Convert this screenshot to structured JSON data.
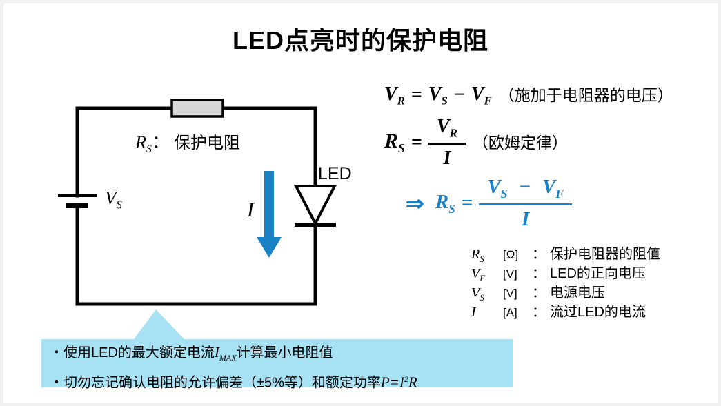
{
  "title": "LED点亮时的保护电阻",
  "colors": {
    "accent_blue": "#1a82c4",
    "note_bg": "#a7e1f4",
    "resistor_fill": "#d6d6d6",
    "wire_black": "#000000"
  },
  "circuit": {
    "resistor": {
      "base": "R",
      "sub": "S",
      "colon": "：",
      "desc": "保护电阻"
    },
    "source": {
      "base": "V",
      "sub": "S"
    },
    "current": {
      "base": "I"
    },
    "led": {
      "label": "LED"
    }
  },
  "formulas": {
    "f1": {
      "v1": "V",
      "s1": "R",
      "eq": "=",
      "v2": "V",
      "s2": "S",
      "minus": "−",
      "v3": "V",
      "s3": "F",
      "note": "（施加于电阻器的电压）"
    },
    "f2": {
      "lhs": "R",
      "lhs_sub": "S",
      "eq": "=",
      "num": "V",
      "num_sub": "R",
      "den": "I",
      "note": "（欧姆定律）"
    },
    "f3": {
      "arrow": "⇒",
      "lhs": "R",
      "lhs_sub": "S",
      "eq": "=",
      "na": "V",
      "na_sub": "S",
      "minus": "−",
      "nb": "V",
      "nb_sub": "F",
      "den": "I"
    }
  },
  "legend": [
    {
      "base": "R",
      "sub": "S",
      "unit": "[Ω]",
      "colon": "：",
      "desc": "保护电阻器的阻值"
    },
    {
      "base": "V",
      "sub": "F",
      "unit": "[V]",
      "colon": "：",
      "desc": "LED的正向电压"
    },
    {
      "base": "V",
      "sub": "S",
      "unit": "[V]",
      "colon": "：",
      "desc": "电源电压"
    },
    {
      "base": "I",
      "sub": "",
      "unit": "[A]",
      "colon": "：",
      "desc": "流过LED的电流"
    }
  ],
  "note": {
    "b1_pre": "・使用LED的最大额定电流",
    "b1_var": "I",
    "b1_sub": "MAX",
    "b1_post": "计算最小电阻值",
    "b2_pre": "・切勿忘记确认电阻的允许偏差（±5%等）和额定功率",
    "b2_f1": "P=I",
    "b2_sup": "2",
    "b2_f2": "R"
  }
}
